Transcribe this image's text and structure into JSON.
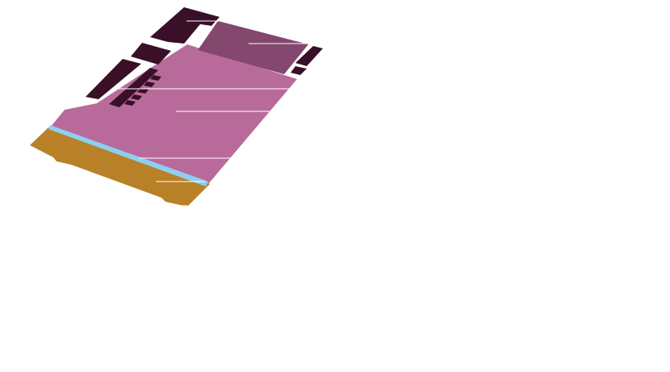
{
  "colors": {
    "background": "#ffffff",
    "dark_layer": "#3a0f28",
    "upper_block": "#84476d",
    "main_layer": "#b86b9b",
    "stripe": "#8ecff0",
    "base_layer": "#b98127",
    "leader_line": "#ffffff"
  },
  "layers": [
    {
      "name": "dark-top-layer",
      "color_key": "dark_layer"
    },
    {
      "name": "upper-block",
      "color_key": "upper_block"
    },
    {
      "name": "main-pink-layer",
      "color_key": "main_layer"
    },
    {
      "name": "blue-stripe",
      "color_key": "stripe"
    },
    {
      "name": "golden-base-layer",
      "color_key": "base_layer"
    }
  ],
  "leader_line_count": 7
}
